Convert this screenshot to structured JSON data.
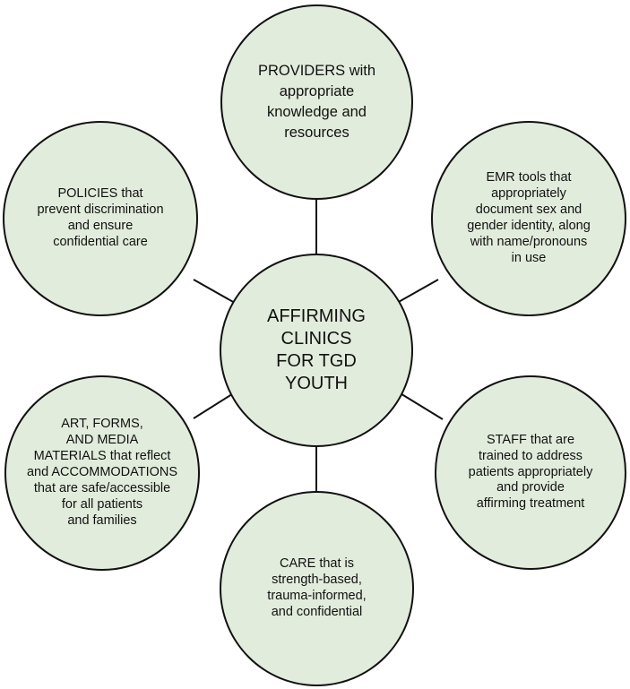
{
  "diagram": {
    "colors": {
      "node_fill": "#e2ecdc",
      "node_border": "#111111",
      "connector": "#111111",
      "text": "#111111"
    },
    "center": {
      "label": "AFFIRMING\nCLINICS\nFOR TGD\nYOUTH"
    },
    "nodes": {
      "providers": {
        "label": "PROVIDERS with\nappropriate\nknowledge and\nresources"
      },
      "emr_tools": {
        "label": "EMR tools that\nappropriately\ndocument sex and\ngender identity, along\nwith name/pronouns\nin use"
      },
      "staff": {
        "label": "STAFF that are\ntrained to address\npatients appropriately\nand provide\naffirming treatment"
      },
      "care": {
        "label": "CARE that is\nstrength-based,\ntrauma-informed,\nand confidential"
      },
      "art_forms": {
        "label": "ART, FORMS,\nAND MEDIA\nMATERIALS that reflect\nand ACCOMMODATIONS\nthat are safe/accessible\nfor all patients\nand families"
      },
      "policies": {
        "label": "POLICIES that\nprevent discrimination\nand ensure\nconfidential care"
      }
    }
  }
}
